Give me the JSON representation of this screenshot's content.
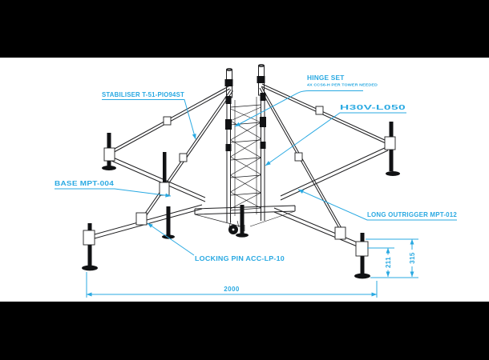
{
  "colors": {
    "background": "#000000",
    "paper": "#ffffff",
    "accent": "#29a9e2",
    "ink": "#1e1e20"
  },
  "labels": {
    "stabiliser": "STABILISER T-51-PIO94ST",
    "hinge_title": "HINGE SET",
    "hinge_sub": "4X CCS6-H PER TOWER NEEDED",
    "truss": "H30V-L050",
    "base": "BASE MPT-004",
    "outrigger": "LONG OUTRIGGER MPT-012",
    "locking_pin": "LOCKING PIN ACC-LP-10"
  },
  "dimensions": {
    "footprint_width": "2000",
    "jack_inner_height": "211",
    "jack_outer_height": "315"
  }
}
